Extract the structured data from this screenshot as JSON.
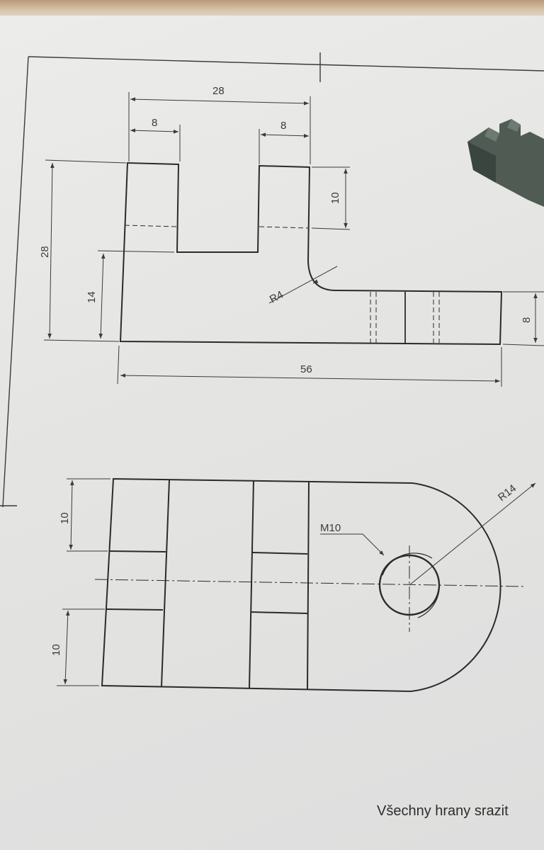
{
  "dimensions": {
    "top_width": "28",
    "left_slot_width": "8",
    "right_slot_width": "8",
    "slot_depth": "10",
    "total_height": "28",
    "step_height": "14",
    "radius_fillet": "R4",
    "base_thickness": "8",
    "total_length": "56",
    "plan_upper": "10",
    "plan_lower": "10",
    "plan_radius": "R14",
    "thread": "M10"
  },
  "note": "Všechny hrany srazit",
  "colors": {
    "line": "#2b2b2b",
    "paper": "#e6e6e4",
    "model": "#4e5a52"
  }
}
